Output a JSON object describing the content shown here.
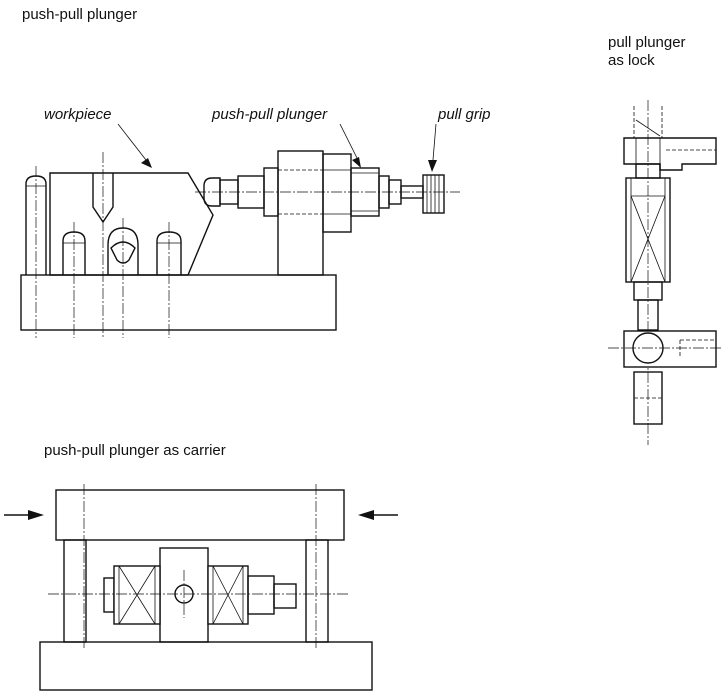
{
  "titles": {
    "main": "push-pull plunger",
    "lock_line1": "pull plunger",
    "lock_line2": "as lock",
    "carrier": "push-pull plunger as carrier"
  },
  "callouts": {
    "workpiece": "workpiece",
    "plunger": "push-pull plunger",
    "grip": "pull grip"
  }
}
